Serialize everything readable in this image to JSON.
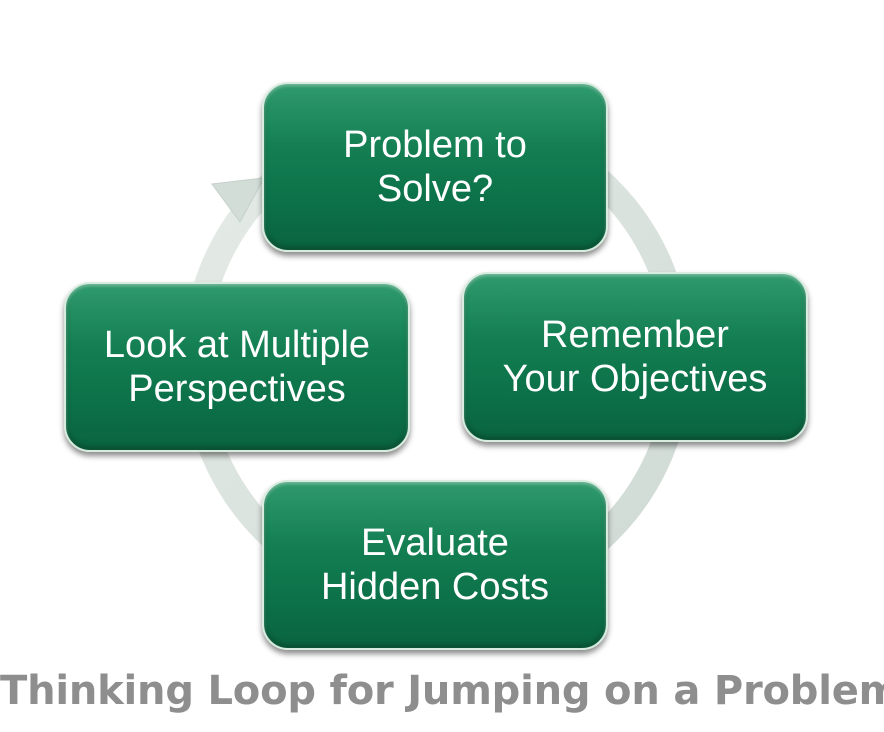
{
  "diagram": {
    "nodes": [
      {
        "id": "problem",
        "lines": [
          "Problem to",
          "Solve?"
        ]
      },
      {
        "id": "remember",
        "lines": [
          "Remember",
          "Your Objectives"
        ]
      },
      {
        "id": "evaluate",
        "lines": [
          "Evaluate",
          "Hidden Costs"
        ]
      },
      {
        "id": "perspect",
        "lines": [
          "Look at Multiple",
          "Perspectives"
        ]
      }
    ],
    "flow": "clockwise",
    "colors": {
      "node_fill": "#0f7a4e",
      "node_border": "#d7ecdf",
      "node_text": "#ffffff",
      "ring": "#dde6e1",
      "caption": "#8e8e8e"
    }
  },
  "caption": "Thinking Loop for Jumping on a Problem"
}
